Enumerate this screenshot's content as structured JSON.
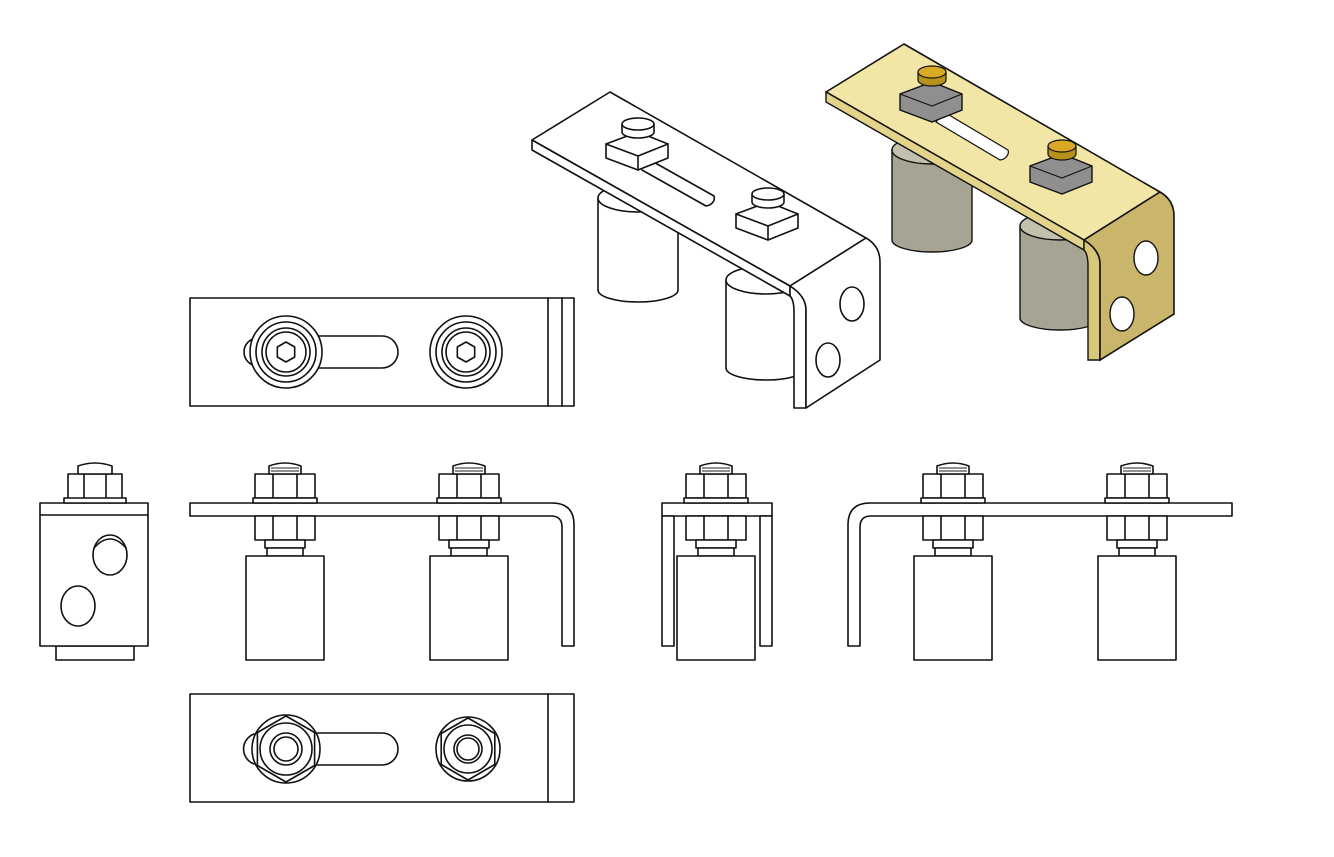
{
  "drawing": {
    "description_free": true,
    "views": [
      {
        "name": "top-view"
      },
      {
        "name": "bottom-view"
      },
      {
        "name": "left-view"
      },
      {
        "name": "front-view"
      },
      {
        "name": "right-side-view"
      },
      {
        "name": "rear-view"
      },
      {
        "name": "isometric-line"
      },
      {
        "name": "isometric-shaded"
      }
    ],
    "colors": {
      "line": "#111111",
      "paper": "#ffffff",
      "bracket_shaded": "#f2e6a6",
      "bracket_shaded_dark": "#c9b66a",
      "roller_shaded": "#a8a493",
      "roller_shaded_dark": "#7d7a6a",
      "nut_shaded": "#8f8f8f",
      "bolt_cap_shaded": "#d9a824"
    }
  }
}
